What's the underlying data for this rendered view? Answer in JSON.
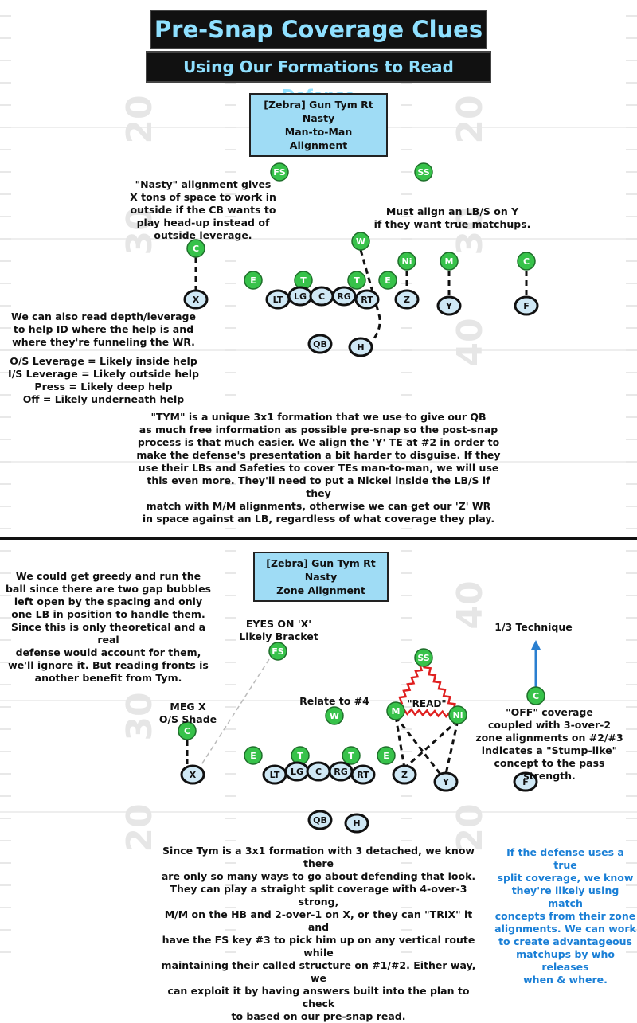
{
  "title": "Pre-Snap Coverage Clues",
  "subtitle": "Using Our Formations to Read Defense",
  "colors": {
    "title_text": "#8fe0ff",
    "box_fill": "#9fdcf5",
    "defender_fill": "#37c24a",
    "offense_fill": "#cfe8f5",
    "route_red": "#e02020",
    "arrow_blue": "#2a7fd0",
    "note_blue": "#1a7fd6"
  },
  "yard_numbers": [
    "20",
    "30",
    "40"
  ],
  "top_play": {
    "name": "[Zebra] Gun Tym Rt Nasty",
    "alignment": "Man-to-Man Alignment",
    "defense": [
      "FS",
      "SS",
      "W",
      "C",
      "E",
      "T",
      "T",
      "E",
      "Ni",
      "M",
      "C"
    ],
    "offense": [
      "X",
      "LT",
      "LG",
      "C",
      "RG",
      "RT",
      "Z",
      "Y",
      "F",
      "QB",
      "H"
    ]
  },
  "top_notes": {
    "nasty": "\"Nasty\" alignment gives\nX tons of space to work in\noutside if the CB wants to\nplay head-up instead of\noutside leverage.",
    "lbs": "Must align an LB/S on Y\nif they want true matchups.",
    "depth_intro": "We can also read depth/leverage\nto help ID where the help is and\nwhere they're funneling the WR.",
    "leverage_os": "O/S Leverage = Likely inside help",
    "leverage_is": "I/S Leverage = Likely outside help",
    "leverage_press": "Press = Likely deep help",
    "leverage_off": "Off = Likely underneath help",
    "tym": "\"TYM\" is a unique 3x1 formation that we use to give our QB\nas much free information as possible pre-snap so the post-snap\nprocess is that much easier. We align the 'Y' TE at #2 in order to\nmake the defense's presentation a bit harder to disguise. If they\nuse their LBs and Safeties to cover TEs man-to-man, we will use\nthis even more. They'll need to put a Nickel inside the LB/S if they\nmatch with M/M alignments, otherwise we can get our 'Z' WR\nin space against an LB, regardless of what coverage they play."
  },
  "bottom_play": {
    "name": "[Zebra] Gun Tym Rt Nasty",
    "alignment": "Zone Alignment",
    "defense": [
      "FS",
      "SS",
      "W",
      "C",
      "M",
      "Ni",
      "C",
      "E",
      "T",
      "T",
      "E"
    ],
    "offense": [
      "X",
      "LT",
      "LG",
      "C",
      "RG",
      "RT",
      "Z",
      "Y",
      "F",
      "QB",
      "H"
    ],
    "read_label": "\"READ\""
  },
  "bottom_notes": {
    "greedy": "We could get greedy and run the\nball since there are two gap bubbles\nleft open by the spacing and only\none LB in position to handle them.\nSince this is only theoretical and a real\ndefense would account for them,\nwe'll ignore it. But reading fronts is\nanother benefit from Tym.",
    "eyes": "EYES ON 'X'\nLikely Bracket",
    "third": "1/3 Technique",
    "meg": "MEG X\nO/S Shade",
    "relate": "Relate to #4",
    "off_cov": "\"OFF\" coverage\ncoupled with 3-over-2\nzone alignments on #2/#3\nindicates a \"Stump-like\"\nconcept to the pass strength.",
    "split": "Since Tym is a 3x1 formation with 3 detached, we know there\nare only so many ways to go about defending that look.\nThey can play a straight split coverage with 4-over-3 strong,\nM/M on the HB and 2-over-1 on X, or they can \"TRIX\" it and\nhave the FS key #3 to pick him up on any vertical route while\nmaintaining their called structure on #1/#2. Either way, we\ncan exploit it by having answers built into the plan to check\nto based on our pre-snap read.",
    "match": "If the defense uses a true\nsplit coverage, we know\nthey're likely using match\nconcepts from their zone\nalignments. We can work\nto create advantageous\nmatchups by who releases\nwhen & where."
  }
}
